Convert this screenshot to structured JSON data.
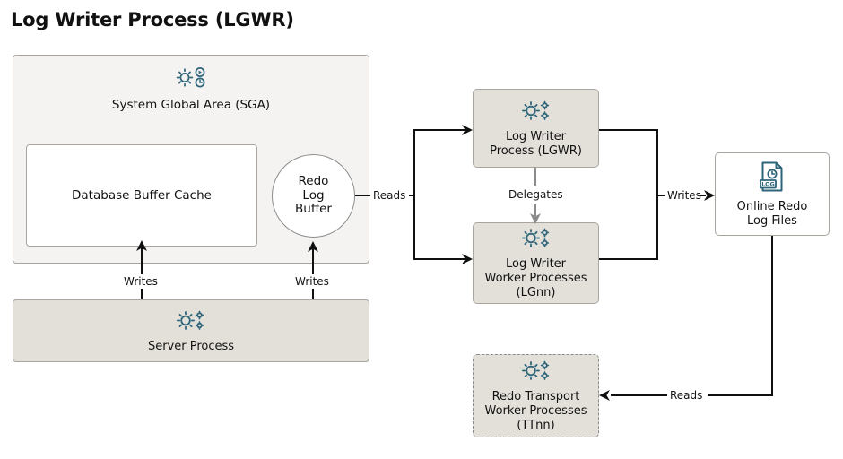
{
  "title": "Log Writer Process (LGWR)",
  "nodes": {
    "sga": {
      "label": "System Global Area (SGA)",
      "icon": "gear-clock-icon"
    },
    "buffer_cache": {
      "label": "Database Buffer Cache"
    },
    "redo_log_buffer": {
      "line1": "Redo",
      "line2": "Log",
      "line3": "Buffer"
    },
    "server_process": {
      "label": "Server Process",
      "icon": "gears-icon"
    },
    "lgwr": {
      "line1": "Log Writer",
      "line2": "Process (LGWR)",
      "icon": "gears-icon"
    },
    "lgnn": {
      "line1": "Log Writer",
      "line2": "Worker Processes",
      "line3": "(LGnn)",
      "icon": "gears-icon"
    },
    "ttnn": {
      "line1": "Redo Transport",
      "line2": "Worker Processes",
      "line3": "(TTnn)",
      "icon": "gears-icon"
    },
    "online_redo_log_files": {
      "line1": "Online Redo",
      "line2": "Log Files",
      "icon": "log-file-icon",
      "badge": "LOG"
    }
  },
  "edges": {
    "writes_cache": "Writes",
    "writes_redo": "Writes",
    "reads_buffer": "Reads",
    "delegates": "Delegates",
    "writes_files": "Writes",
    "reads_files": "Reads"
  },
  "colors": {
    "icon_teal": "#2e6579",
    "container_fill": "#f4f3f1",
    "process_fill": "#e3e0da",
    "border": "#a9a49e",
    "line": "#101010",
    "line_gray": "#8a8a8a"
  }
}
